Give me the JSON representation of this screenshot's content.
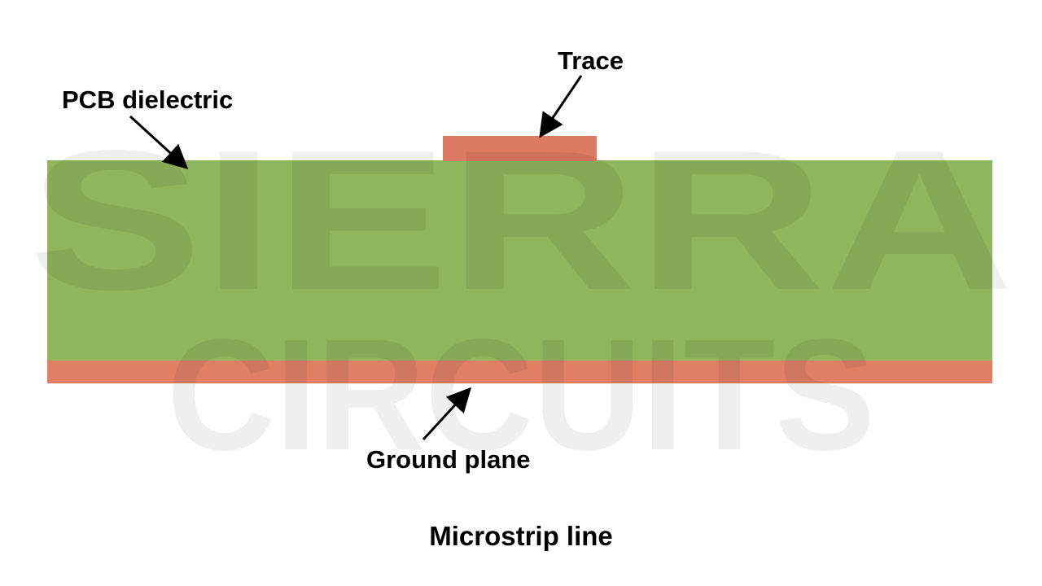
{
  "diagram": {
    "labels": {
      "trace": "Trace",
      "dielectric": "PCB dielectric",
      "ground": "Ground plane"
    },
    "caption": "Microstrip line"
  },
  "watermark": {
    "line1": "SIERRA",
    "line2": "CIRCUITS"
  },
  "colors": {
    "dielectric": "#8fb55e",
    "copper": "#e17f66",
    "trace": "#dc7a62",
    "watermark": "#000000",
    "background": "#ffffff",
    "text": "#000000"
  }
}
